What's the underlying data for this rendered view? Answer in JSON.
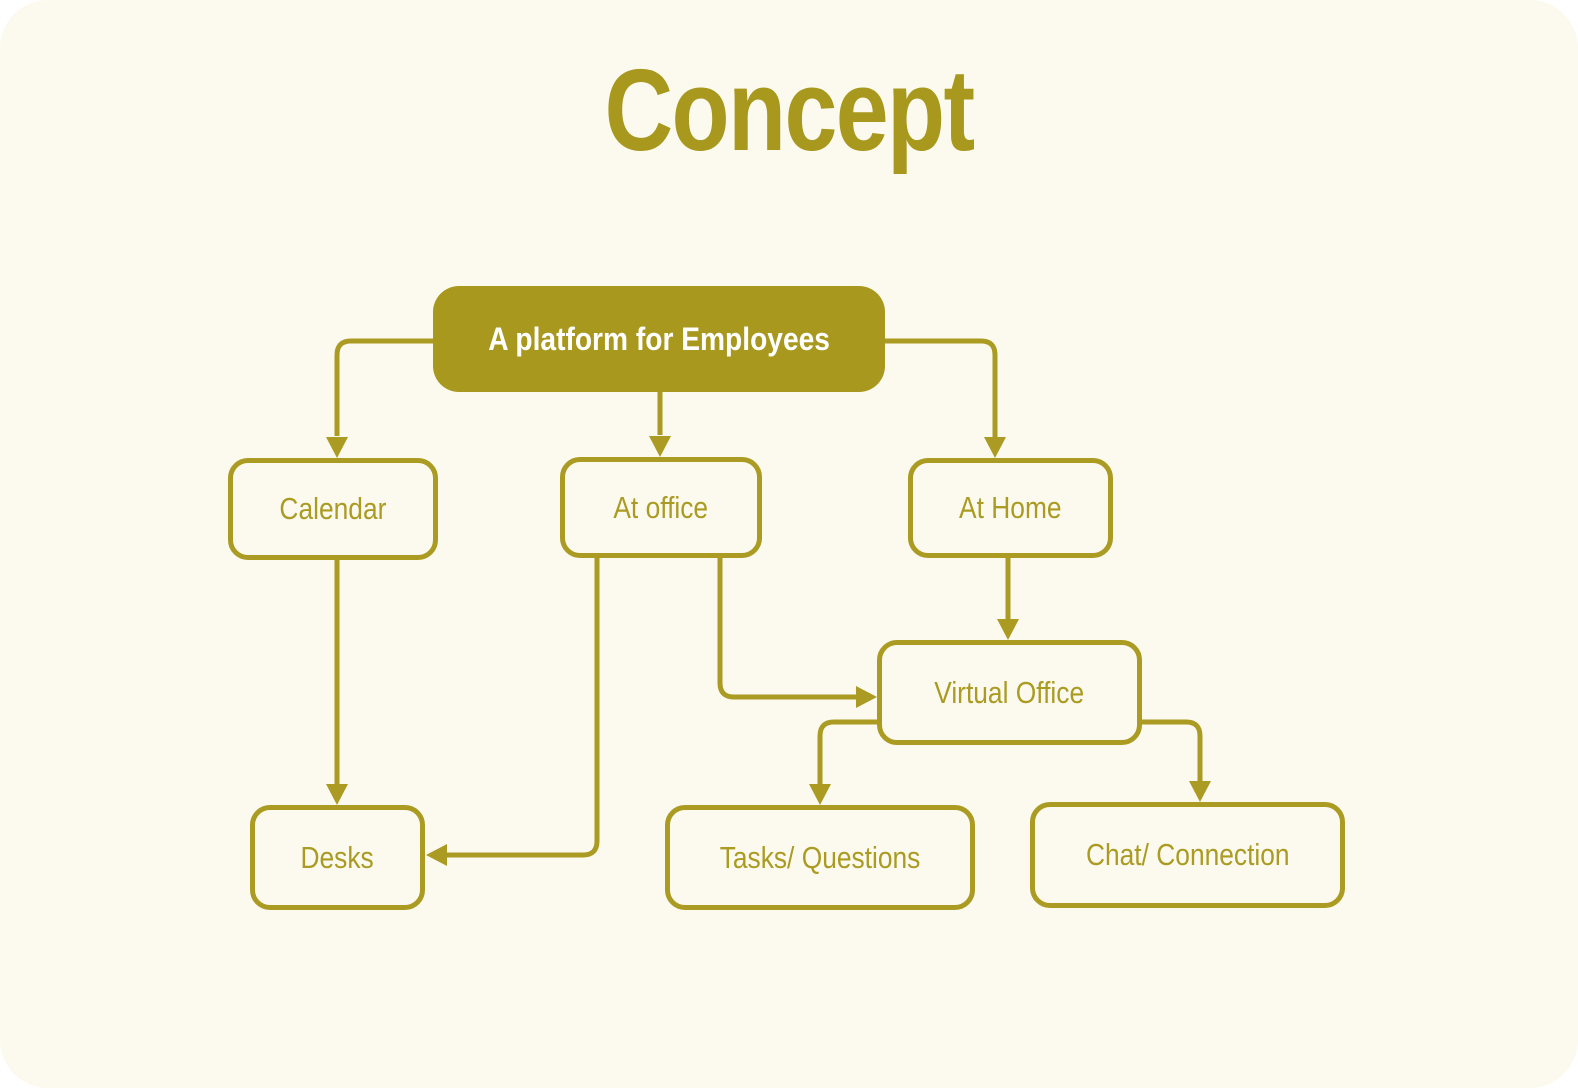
{
  "title": "Concept",
  "diagram": {
    "nodes": {
      "root": {
        "label": "A platform for Employees"
      },
      "calendar": {
        "label": "Calendar"
      },
      "at_office": {
        "label": "At office"
      },
      "at_home": {
        "label": "At Home"
      },
      "virtual_office": {
        "label": "Virtual Office"
      },
      "desks": {
        "label": "Desks"
      },
      "tasks": {
        "label": "Tasks/ Questions"
      },
      "chat": {
        "label": "Chat/ Connection"
      }
    },
    "edges": [
      {
        "from": "root",
        "to": "calendar"
      },
      {
        "from": "root",
        "to": "at_office"
      },
      {
        "from": "root",
        "to": "at_home"
      },
      {
        "from": "calendar",
        "to": "desks"
      },
      {
        "from": "at_office",
        "to": "desks"
      },
      {
        "from": "at_office",
        "to": "virtual_office"
      },
      {
        "from": "at_home",
        "to": "virtual_office"
      },
      {
        "from": "virtual_office",
        "to": "tasks"
      },
      {
        "from": "virtual_office",
        "to": "chat"
      }
    ],
    "colors": {
      "accent": "#a8981d",
      "line": "#ab9b22",
      "background": "#fcfaef",
      "node_text": "#ab9b22",
      "root_text": "#ffffff"
    }
  }
}
